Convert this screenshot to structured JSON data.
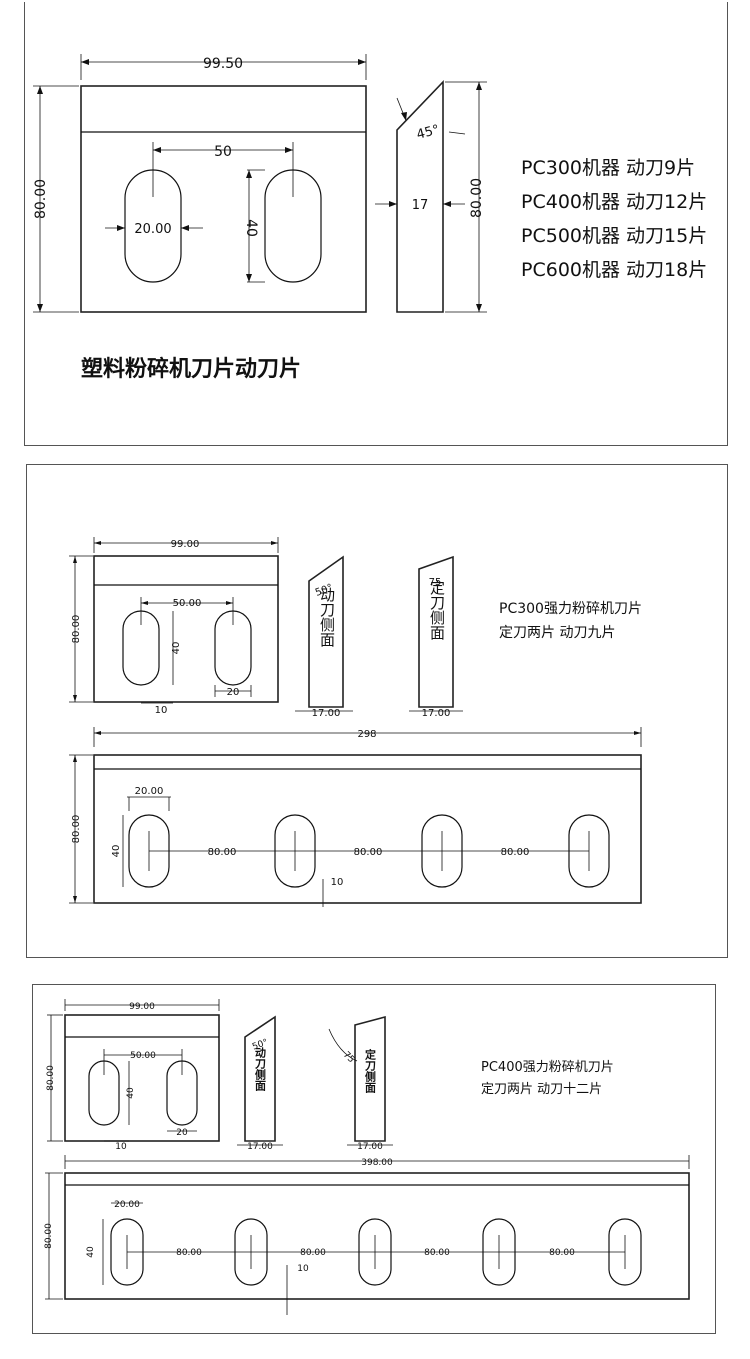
{
  "panel1": {
    "dim_width": "99.50",
    "dim_height": "80.00",
    "dim_slot_spacing": "50",
    "dim_slot_width": "20.00",
    "dim_slot_length": "40",
    "dim_angle": "45°",
    "dim_side_thickness": "17",
    "dim_side_height": "80.00",
    "spec_lines": [
      "PC300机器 动刀9片",
      "PC400机器 动刀12片",
      "PC500机器 动刀15片",
      "PC600机器 动刀18片"
    ],
    "title": "塑料粉碎机刀片动刀片"
  },
  "panel2": {
    "dim_width": "99.00",
    "dim_height": "80.00",
    "dim_slot_spacing": "50.00",
    "dim_slot_length": "40",
    "dim_slot_width": "20",
    "dim_edge": "10",
    "moving_angle": "50°",
    "moving_label": "动刀侧面",
    "moving_thickness": "17.00",
    "fixed_angle": "75",
    "fixed_label": "定刀侧面",
    "fixed_thickness": "17.00",
    "title_line1": "PC300强力粉碎机刀片",
    "title_line2": "定刀两片   动刀九片",
    "long_length": "298",
    "long_height": "80.00",
    "long_slot_width": "20.00",
    "long_slot_length": "40",
    "long_spacing": [
      "80.00",
      "80.00",
      "80.00"
    ],
    "long_edge": "10"
  },
  "panel3": {
    "dim_width": "99.00",
    "dim_height": "80.00",
    "dim_slot_spacing": "50.00",
    "dim_slot_length": "40",
    "dim_slot_width": "20",
    "dim_edge": "10",
    "moving_angle": "50°",
    "moving_label": "动刀侧面",
    "moving_thickness": "17.00",
    "fixed_angle": "75",
    "fixed_label": "定刀侧面",
    "fixed_thickness": "17.00",
    "title_line1": "PC400强力粉碎机刀片",
    "title_line2": "定刀两片  动刀十二片",
    "long_length": "398.00",
    "long_height": "80.00",
    "long_slot_width": "20.00",
    "long_slot_length": "40",
    "long_spacing": [
      "80.00",
      "80.00",
      "80.00",
      "80.00"
    ],
    "long_edge": "10"
  }
}
